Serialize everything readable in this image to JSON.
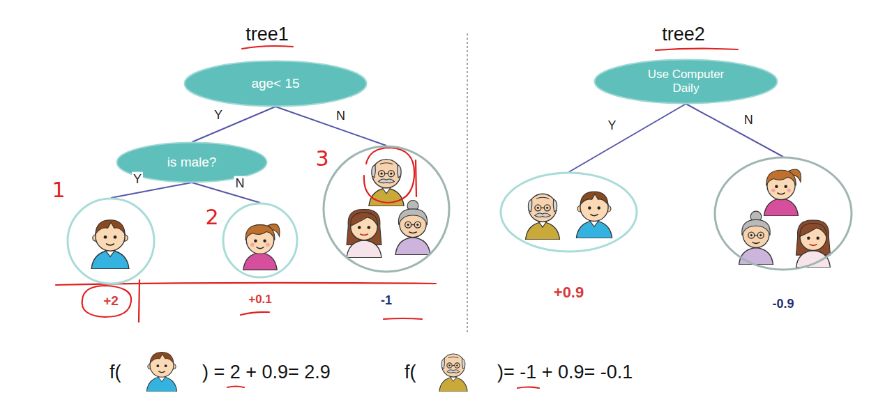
{
  "diagram": {
    "nodes": [
      {
        "text": [
          "age< 15"
        ]
      },
      {
        "text": [
          "is male?"
        ]
      },
      {
        "text": [
          "+2"
        ]
      },
      {
        "text": [
          "+0.1"
        ]
      },
      {
        "text": [
          "-1"
        ]
      },
      {
        "text": [
          "Use Computer Daily"
        ]
      },
      {
        "text": [
          "+0.9"
        ]
      },
      {
        "text": [
          "-0.9"
        ]
      }
    ],
    "edges": [
      {
        "from": 0,
        "to": 1,
        "label": "Y",
        "arrow": "none"
      },
      {
        "from": 0,
        "to": 4,
        "label": "N",
        "arrow": "none"
      },
      {
        "from": 1,
        "to": 2,
        "label": "Y",
        "arrow": "none"
      },
      {
        "from": 1,
        "to": 3,
        "label": "N",
        "arrow": "none"
      },
      {
        "from": 5,
        "to": 6,
        "label": "Y",
        "arrow": "none"
      },
      {
        "from": 5,
        "to": 7,
        "label": "N",
        "arrow": "none"
      }
    ],
    "labels": [
      "tree1",
      "tree2",
      "1",
      "2",
      "3",
      "f(",
      ") = 2 + 0.9= 2.9",
      "f(",
      ")= -1 + 0.9= -0.1"
    ]
  }
}
